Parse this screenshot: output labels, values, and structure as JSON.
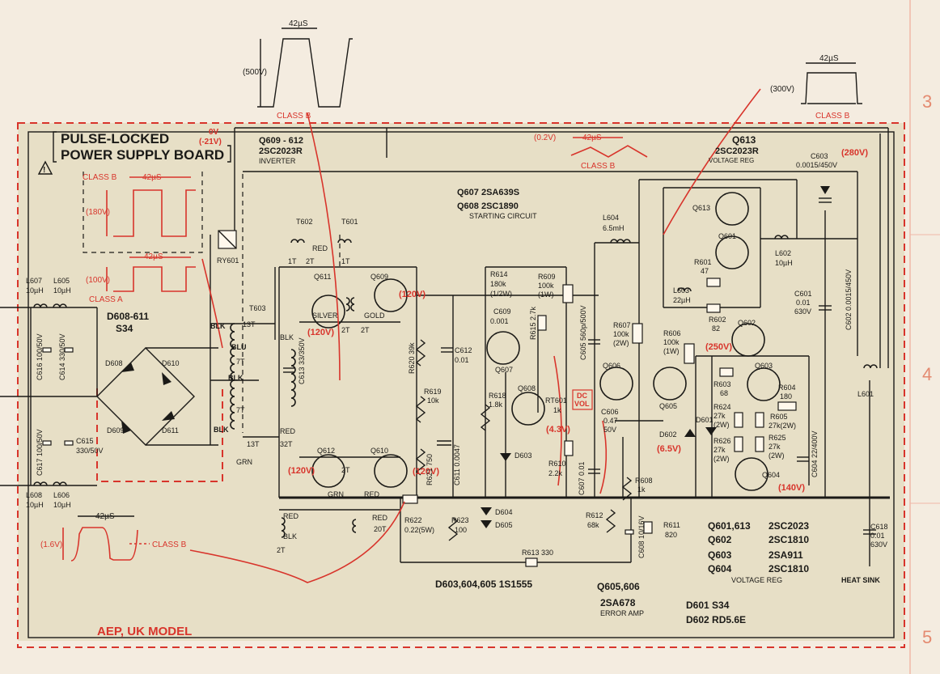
{
  "board": {
    "title_line1": "PULSE-LOCKED",
    "title_line2": "POWER SUPPLY BOARD",
    "model": "AEP, UK MODEL"
  },
  "margin_numbers": [
    "3",
    "4",
    "5"
  ],
  "colors": {
    "paper": "#f4ece0",
    "board": "#e7dfc6",
    "red": "#d8342b",
    "ink": "#1b1a17",
    "margin_line": "#f0b8a8"
  },
  "waveforms": {
    "w1": {
      "period": "42µS",
      "amplitude": "(500V)",
      "label": "CLASS B"
    },
    "w2": {
      "period": "42µS",
      "amplitude": "(300V)",
      "label": "CLASS B"
    },
    "w3": {
      "period": "42µS",
      "amplitude": "(0.2V)",
      "label": "CLASS B"
    },
    "w4": {
      "period": "42µS",
      "amplitude": "(180V)",
      "label": "CLASS B"
    },
    "w5": {
      "period": "42µS",
      "amplitude": "(100V)",
      "label": "CLASS A"
    },
    "w6": {
      "period": "42µS",
      "amplitude": "(1.6V)",
      "label": "CLASS B"
    }
  },
  "voltages": {
    "v0": "0V",
    "v21": "(-21V)",
    "v280": "(280V)",
    "v120a": "(120V)",
    "v120b": "(120V)",
    "v120c": "(120V)",
    "v120d": "(120V)",
    "v43": "(4.3V)",
    "v65": "(6.5V)",
    "v250": "(250V)",
    "v140": "(140V)",
    "dcvol1": "DC",
    "dcvol2": "VOL"
  },
  "transistors": {
    "q609_612": "Q609 - 612",
    "q609_612_type": "2SC2023R",
    "q609_612_role": "INVERTER",
    "q607": "Q607   2SA639S",
    "q608": "Q608   2SC1890",
    "starting": "STARTING CIRCUIT",
    "q613": "Q613",
    "q613_type": "2SC2023R",
    "q613_role": "VOLTAGE  REG",
    "q611": "Q611",
    "q609": "Q609",
    "q612": "Q612",
    "q610": "Q610",
    "q607s": "Q607",
    "q608s": "Q608",
    "q606": "Q606",
    "q605": "Q605",
    "q613s": "Q613",
    "q601": "Q601",
    "q602": "Q602",
    "q603": "Q603",
    "q604": "Q604"
  },
  "components": {
    "l607": "L607",
    "l607v": "10µH",
    "l605": "L605",
    "l605v": "10µH",
    "l608": "L608",
    "l608v": "10µH",
    "l606": "L606",
    "l606v": "10µH",
    "c616": "C616 100/50V",
    "c614": "C614 330/50V",
    "c617": "C617 100/50V",
    "c615a": "C615",
    "c615b": "330/50V",
    "d608_611": "D608-611",
    "s34": "S34",
    "d608": "D608",
    "d610": "D610",
    "d609": "D609",
    "d611": "D611",
    "ry601": "RY601",
    "t603": "T603",
    "t602": "T602",
    "t601": "T601",
    "blk1": "BLK",
    "blu": "BLU",
    "blk2": "BLK",
    "blk3": "BLK",
    "grn": "GRN",
    "t13a": "13T",
    "t7a": "7T",
    "t7b": "7T",
    "t13b": "13T",
    "c613": "C613 33/350V",
    "red1": "RED",
    "red2": "RED",
    "red3": "RED",
    "red4": "RED",
    "t32": "32T",
    "t1a": "1T",
    "t2a": "2T",
    "t1b": "1T",
    "silver": "SILVER",
    "gold": "GOLD",
    "grn2": "GRN",
    "t2b": "2T",
    "t2c": "2T",
    "t2d": "2T",
    "blk4": "BLK",
    "t2e": "2T",
    "t20": "20T",
    "r620": "R620 39k",
    "c612": "C612",
    "c612v": "0.01",
    "r614": "R614",
    "r614v": "180k",
    "r614w": "(1/2W)",
    "r609": "R609",
    "r609v": "100k",
    "r609w": "(1W)",
    "c609": "C609",
    "c609v": "0.001",
    "r615": "R615 2.7k",
    "r619": "R619",
    "r619v": "10k",
    "r618": "R618",
    "r618v": "1.8k",
    "rt601": "RT601",
    "rt601v": "1k",
    "r621": "R621 750",
    "c611": "C611 0.0047",
    "d603": "D603",
    "r610": "R610",
    "r610v": "2.2k",
    "d604": "D604",
    "d605": "D605",
    "r622": "R622",
    "r622v": "0.22(5W)",
    "r623": "R623",
    "r623v": "100",
    "r613": "R613  330",
    "l604": "L604",
    "l604v": "6.5mH",
    "c605": "C605 560p/500V",
    "r607": "R607",
    "r607v": "100k",
    "r607w": "(2W)",
    "r606": "R606",
    "r606v": "100k",
    "r606w": "(1W)",
    "c606": "C606",
    "c606v": "0.47",
    "c606w": "50V",
    "c607": "C607 0.01",
    "r608": "R608",
    "r608v": "1k",
    "r612": "R612",
    "r612v": "68k",
    "c608": "C608 10/16V",
    "r611": "R611",
    "r611v": "820",
    "d602": "D602",
    "d601": "D601",
    "r601": "R601",
    "r601v": "47",
    "l603": "L603",
    "l603v": "22µH",
    "r602": "R602",
    "r602v": "82",
    "l602": "L602",
    "l602v": "10µH",
    "c601": "C601",
    "c601v": "0.01",
    "c601w": "630V",
    "c602": "C602 0.0015/450V",
    "c603": "C603",
    "c603v": "0.0015/450V",
    "r603": "R603",
    "r603v": "68",
    "r604": "R604",
    "r604v": "180",
    "r624": "R624",
    "r624v": "27k",
    "r624w": "(2W)",
    "r605": "R605",
    "r605v": "27k(2W)",
    "r626": "R626",
    "r626v": "27k",
    "r626w": "(2W)",
    "r625": "R625",
    "r625v": "27k",
    "r625w": "(2W)",
    "c604": "C604 22/400V",
    "l601": "L601",
    "c618": "C618",
    "c618v": "0.01",
    "c618w": "630V",
    "heatsink": "HEAT SINK"
  },
  "legend": {
    "diodes": "D603,604,605   1S1555",
    "q605_606": "Q605,606",
    "q605_606_type": "2SA678",
    "q605_606_role": "ERROR AMP",
    "d601": "D601   S34",
    "d602": "D602   RD5.6E",
    "l1a": "Q601,613",
    "l1b": "2SC2023",
    "l2a": "Q602",
    "l2b": "2SC1810",
    "l3a": "Q603",
    "l3b": "2SA911",
    "l4a": "Q604",
    "l4b": "2SC1810",
    "l5": "VOLTAGE REG"
  }
}
